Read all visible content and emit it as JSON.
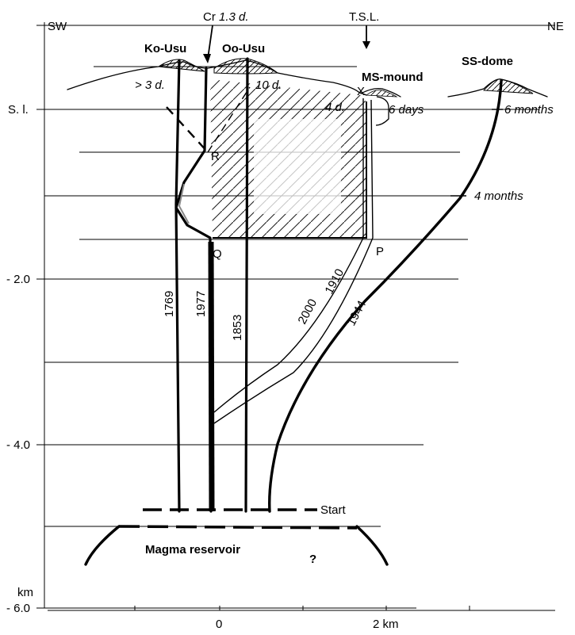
{
  "directions": {
    "sw": "SW",
    "ne": "NE"
  },
  "depth_axis": {
    "unit": "km",
    "ticks": [
      {
        "value": 0,
        "label": "S. l."
      },
      {
        "value": -2.0,
        "label": "- 2.0"
      },
      {
        "value": -4.0,
        "label": "- 4.0"
      },
      {
        "value": -6.0,
        "label": "- 6.0"
      }
    ]
  },
  "distance_axis": {
    "ticks": [
      {
        "value": 0,
        "label": "0"
      },
      {
        "value": 2,
        "label": "2 km"
      }
    ]
  },
  "summits": {
    "ko_usu": "Ko-Usu",
    "oo_usu": "Oo-Usu",
    "ms_mound": "MS-mound",
    "ss_dome": "SS-dome"
  },
  "markers": {
    "cr": "Cr",
    "tsl": "T.S.L.",
    "x": "X",
    "r": "R",
    "q": "Q",
    "p": "P"
  },
  "durations": {
    "cr": "1.3 d.",
    "left": "> 3 d.",
    "right": "10 d.",
    "ms": "4 d.",
    "six_days": "6 days",
    "six_months": "6 months",
    "four_months": "4 months"
  },
  "eruption_years": {
    "y1769": "1769",
    "y1977": "1977",
    "y1853": "1853",
    "y2000": "2000",
    "y1910": "1910",
    "y1944": "1944"
  },
  "reservoir": {
    "label": "Magma reservoir",
    "question": "?",
    "start": "Start"
  }
}
